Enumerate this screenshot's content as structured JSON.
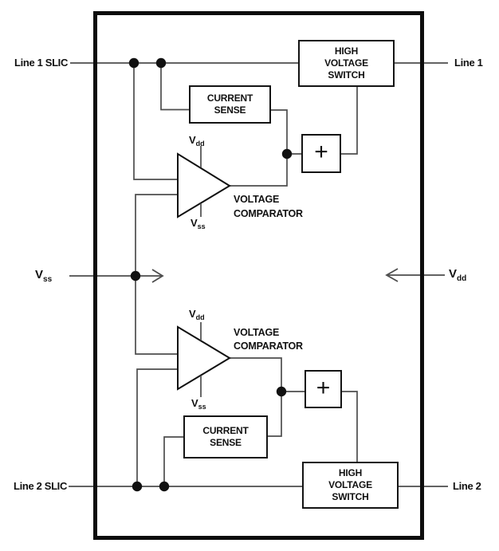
{
  "colors": {
    "ink": "#111111",
    "wire": "#4d4d4d",
    "background": "#ffffff"
  },
  "ports": {
    "line1_slic": "Line 1 SLIC",
    "line1": "Line 1",
    "line2_slic": "Line 2 SLIC",
    "line2": "Line 2",
    "vss": {
      "base": "V",
      "sub": "ss"
    },
    "vdd": {
      "base": "V",
      "sub": "dd"
    }
  },
  "blocks": {
    "hvs1": {
      "lines": [
        "HIGH",
        "VOLTAGE",
        "SWITCH"
      ]
    },
    "cs1": {
      "lines": [
        "CURRENT",
        "SENSE"
      ]
    },
    "comp1": {
      "caption": [
        "VOLTAGE",
        "COMPARATOR"
      ],
      "vdd": {
        "base": "V",
        "sub": "dd"
      },
      "vss": {
        "base": "V",
        "sub": "ss"
      }
    },
    "sum1": {
      "label": "+"
    },
    "hvs2": {
      "lines": [
        "HIGH",
        "VOLTAGE",
        "SWITCH"
      ]
    },
    "cs2": {
      "lines": [
        "CURRENT",
        "SENSE"
      ]
    },
    "comp2": {
      "caption": [
        "VOLTAGE",
        "COMPARATOR"
      ],
      "vdd": {
        "base": "V",
        "sub": "dd"
      },
      "vss": {
        "base": "V",
        "sub": "ss"
      }
    },
    "sum2": {
      "label": "+"
    }
  }
}
